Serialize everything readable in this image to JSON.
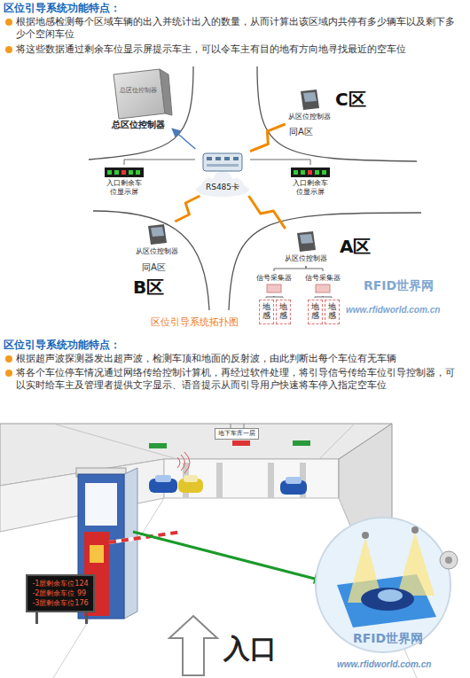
{
  "diagram": {
    "caption": "区位引导系统拓扑图",
    "nodes": [
      {
        "text": [
          "总区位控制器",
          "总区位控制器"
        ]
      },
      {
        "text": [
          "RS485卡"
        ]
      },
      {
        "text": [
          "从区位控制器"
        ]
      },
      {
        "text": [
          "入口剩余车位显示屏"
        ]
      },
      {
        "text": [
          "入口剩余车位显示屏"
        ]
      },
      {
        "text": [
          "从区位控制器"
        ]
      },
      {
        "text": [
          "从区位控制器"
        ]
      },
      {
        "text": [
          "信号采集器"
        ]
      },
      {
        "text": [
          "信号采集器"
        ]
      },
      {
        "text": [
          "地感"
        ]
      },
      {
        "text": [
          "地感"
        ]
      },
      {
        "text": [
          "地感"
        ]
      },
      {
        "text": [
          "地感"
        ]
      },
      {
        "text": [
          "地下车库一层"
        ]
      },
      {
        "text": [
          "-1层剩余车位124",
          "-2层剩余车位 99",
          "-3层剩余车位176"
        ]
      }
    ],
    "edges": [
      {
        "from": 1,
        "to": 0,
        "arrow": "to"
      },
      {
        "from": 1,
        "to": 2,
        "arrow": "none"
      },
      {
        "from": 1,
        "to": 5,
        "arrow": "none"
      },
      {
        "from": 1,
        "to": 6,
        "arrow": "none"
      },
      {
        "from": 1,
        "to": 3,
        "arrow": "none"
      },
      {
        "from": 1,
        "to": 4,
        "arrow": "none"
      },
      {
        "from": 5,
        "to": 7,
        "arrow": "none"
      },
      {
        "from": 5,
        "to": 8,
        "arrow": "none"
      },
      {
        "from": 7,
        "to": 9,
        "arrow": "none"
      },
      {
        "from": 7,
        "to": 10,
        "arrow": "none"
      },
      {
        "from": 8,
        "to": 11,
        "arrow": "none"
      },
      {
        "from": 8,
        "to": 12,
        "arrow": "none"
      }
    ],
    "labels": [
      "区位引导系统功能特点：",
      "根据地感检测每个区域车辆的出入并统计出入的数量，从而计算出该区域内共停有多少辆车以及剩下多少个空闲车位",
      "将这些数据通过剩余车位显示屏提示车主，可以令车主有目的地有方向地寻找最近的空车位",
      "C区",
      "同A区",
      "A区",
      "同A区",
      "B区",
      "RFID世界网",
      "www.rfidworld.com.cn",
      "区位引导系统功能特点：",
      "根据超声波探测器发出超声波，检测车顶和地面的反射波，由此判断出每个车位有无车辆",
      "将各个车位停车情况通过网络传给控制计算机，再经过软件处理，将引导信号传给车位引导控制器，可以实时给车主及管理者提供文字显示、语音提示从而引导用户快速将车停入指定空车位",
      "入口",
      "RFID世界网",
      "www.rfidworld.com.cn"
    ]
  }
}
